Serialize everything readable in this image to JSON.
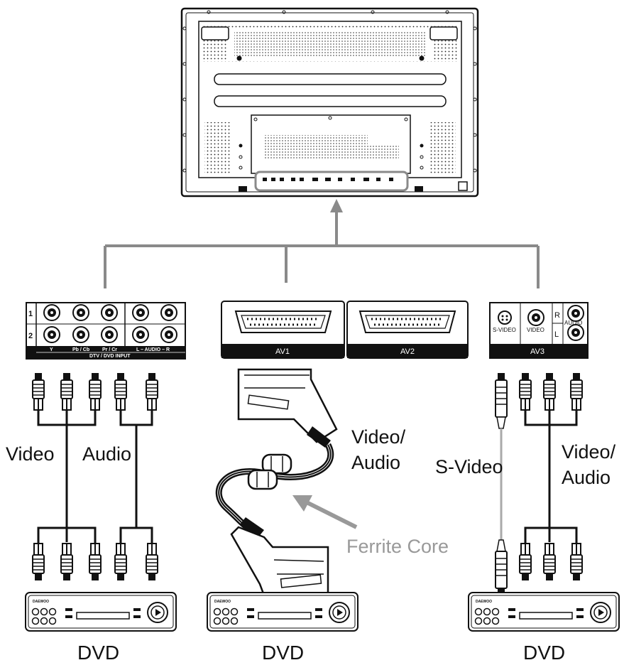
{
  "tv": {
    "name": "tv-rear-panel"
  },
  "panels": {
    "component": {
      "row1": "1",
      "row2": "2",
      "col_y": "Y",
      "col_pb": "Pb / Cb",
      "col_pr": "Pr / Cr",
      "col_audio": "L  –  AUDIO  –  R",
      "caption": "DTV / DVD INPUT"
    },
    "av1": {
      "label": "AV1"
    },
    "av2": {
      "label": "AV2"
    },
    "av3": {
      "label": "AV3",
      "svideo": "S-VIDEO",
      "video": "VIDEO",
      "r": "R",
      "l": "L",
      "audio": "AUDIO"
    }
  },
  "labels": {
    "video": "Video",
    "audio": "Audio",
    "video_audio_1": "Video/",
    "video_audio_2": "Audio",
    "svideo": "S-Video",
    "video_audio_3": "Video/",
    "video_audio_4": "Audio",
    "ferrite": "Ferrite Core"
  },
  "devices": {
    "left": "DVD",
    "middle": "DVD",
    "right": "DVD",
    "brand": "DAEWOO"
  },
  "colors": {
    "connector_grey": "#8a8a8a",
    "ferrite_text": "#999999",
    "panel_black": "#111111"
  }
}
